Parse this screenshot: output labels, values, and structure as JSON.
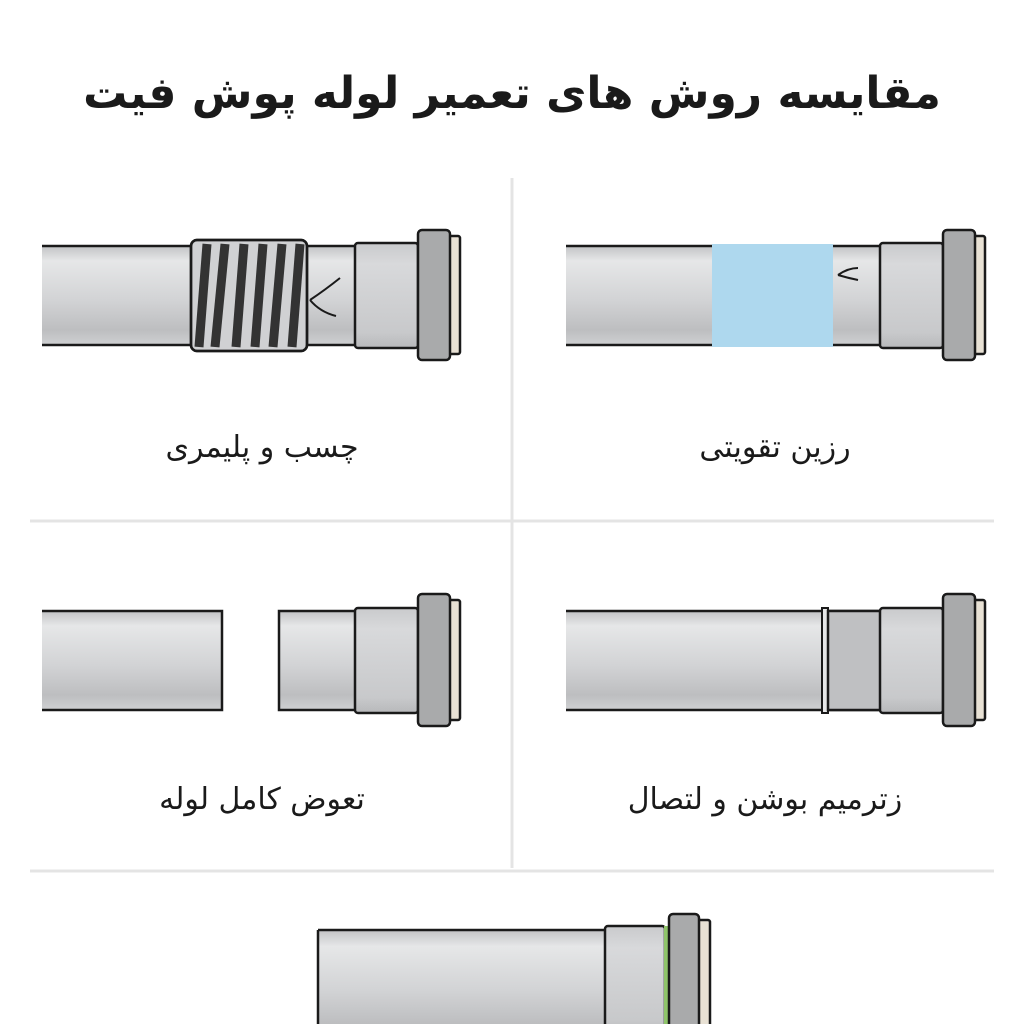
{
  "title": "مقایسه روش های تعمیر لوله پوش فیت",
  "methods": [
    {
      "label": "چسب و پلیمری",
      "icon": "pipe-wrapped-tape"
    },
    {
      "label": "رزین تقویتی",
      "icon": "pipe-resin-band"
    },
    {
      "label": "تعوض کامل لوله",
      "icon": "pipe-replacement"
    },
    {
      "label": "زترمیم بوشن و لتصال",
      "icon": "pipe-coupling"
    }
  ],
  "colors": {
    "pipe": "#d4d5d7",
    "flange": "#a9aaab",
    "resin": "#aed8ee",
    "tape": "#3a3a3a",
    "seal": "#8fc46a",
    "divider": "#e4e4e4"
  }
}
